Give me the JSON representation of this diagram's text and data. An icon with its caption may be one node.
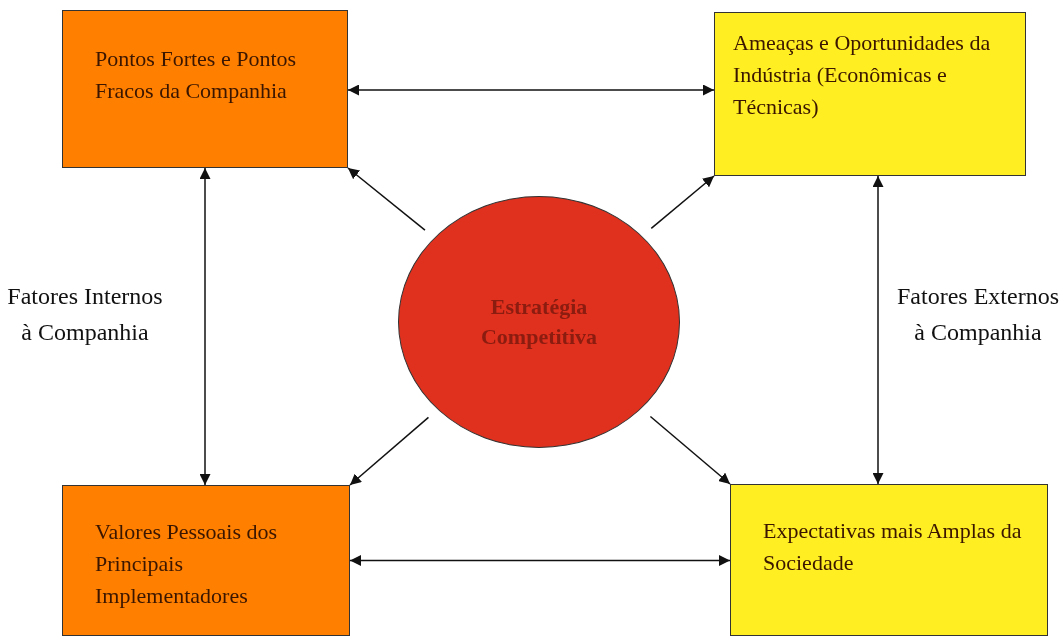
{
  "diagram": {
    "nodes": [
      {
        "text": [
          "Pontos Fortes e Pontos Fracos da Companhia"
        ]
      },
      {
        "text": [
          "Ameaças e Oportunidades da Indústria (Econômicas e Técnicas)"
        ]
      },
      {
        "text": [
          "Estratégia Competitiva"
        ]
      },
      {
        "text": [
          "Valores Pessoais dos Principais Implementadores"
        ]
      },
      {
        "text": [
          "Expectativas mais Amplas da Sociedade"
        ]
      }
    ],
    "edges": [
      {
        "from": 0,
        "to": 1,
        "arrow": "both"
      },
      {
        "from": 0,
        "to": 3,
        "arrow": "both"
      },
      {
        "from": 1,
        "to": 4,
        "arrow": "both"
      },
      {
        "from": 3,
        "to": 4,
        "arrow": "both"
      },
      {
        "from": 2,
        "to": 0,
        "arrow": "to"
      },
      {
        "from": 2,
        "to": 1,
        "arrow": "to"
      },
      {
        "from": 2,
        "to": 3,
        "arrow": "to"
      },
      {
        "from": 2,
        "to": 4,
        "arrow": "to"
      }
    ],
    "labels": [
      "Fatores Internos à Companhia",
      "Fatores Externos à Companhia"
    ]
  }
}
